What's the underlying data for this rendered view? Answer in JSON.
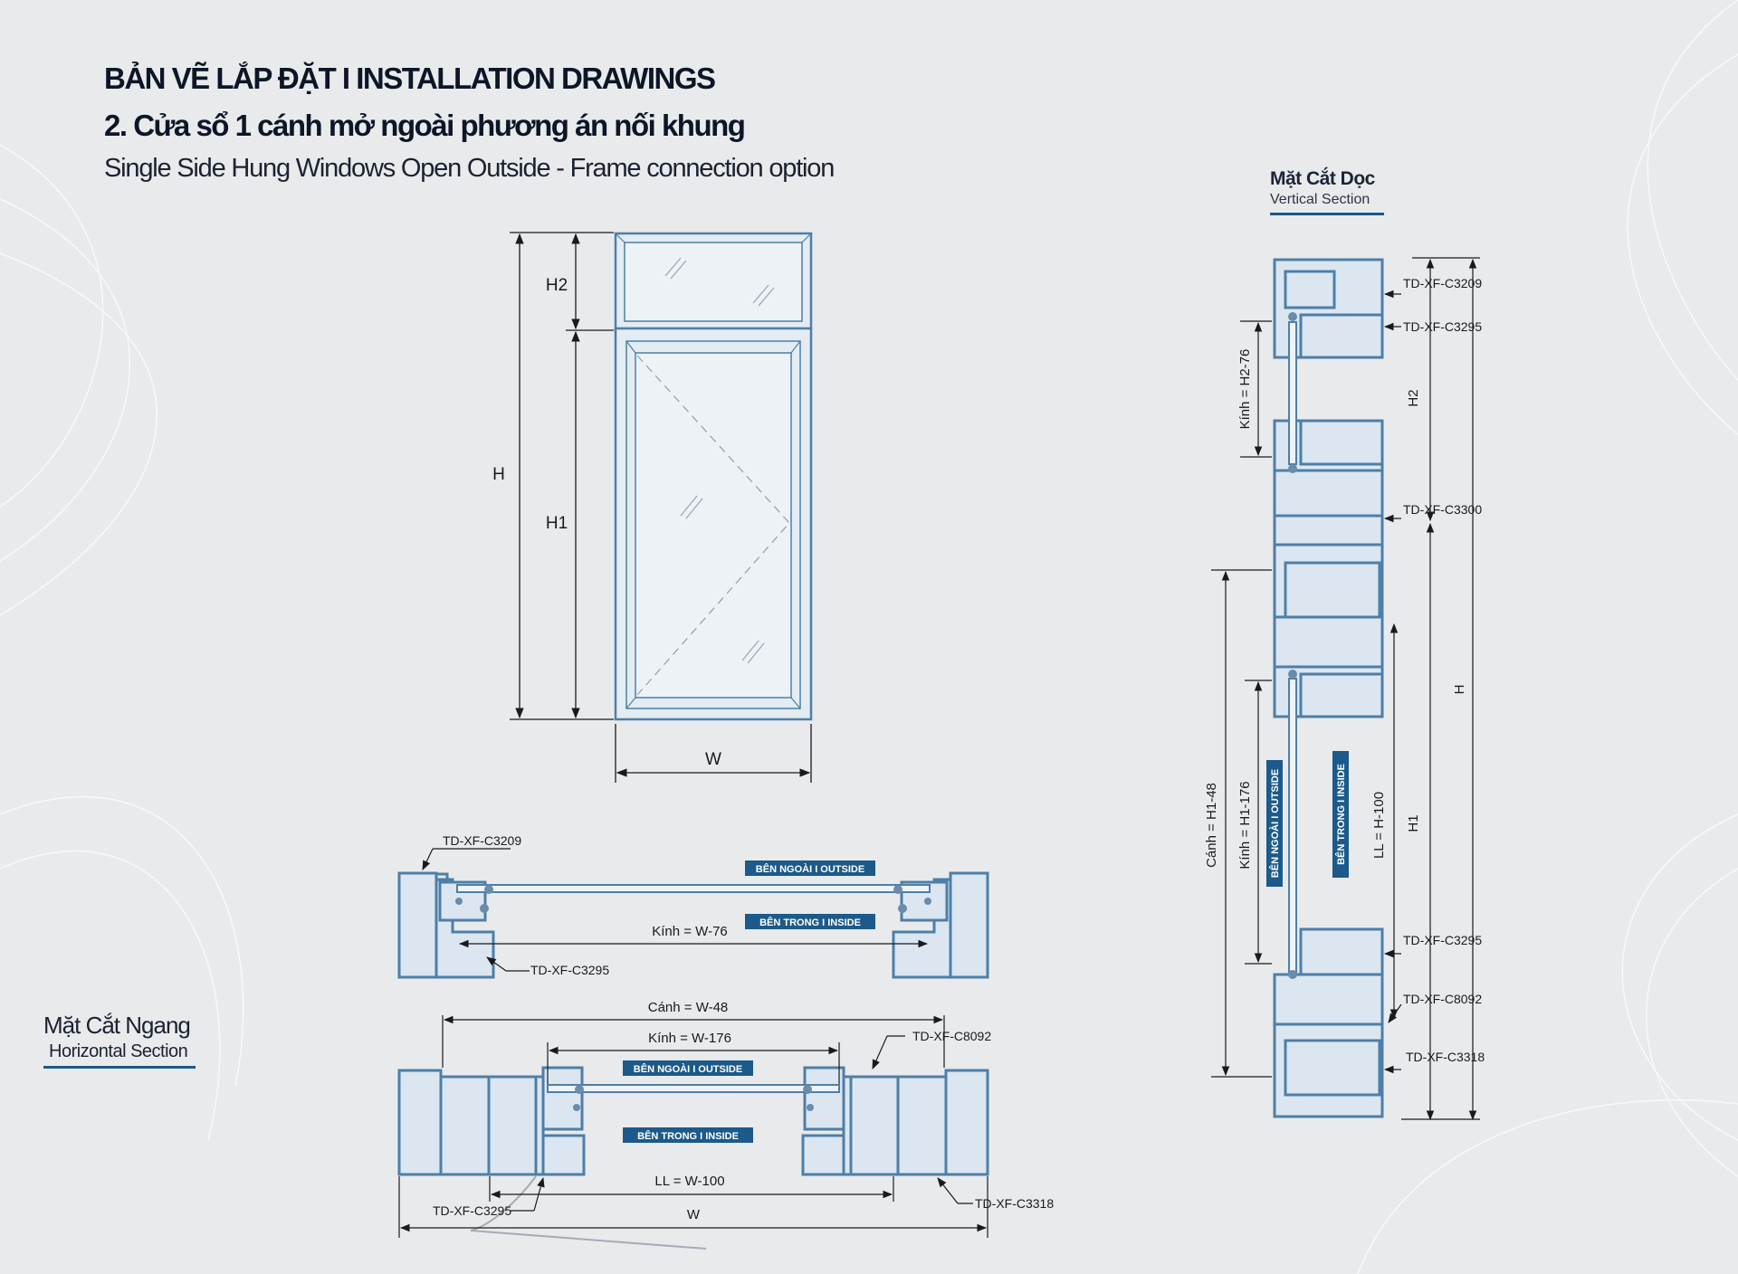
{
  "header": {
    "title": "BẢN VẼ LẮP ĐẶT  I  INSTALLATION DRAWINGS",
    "subtitle_vi": "2. Cửa sổ 1 cánh mở ngoài phương án nối khung",
    "subtitle_en": "Single Side Hung Windows Open Outside - Frame connection option"
  },
  "vertical_section": {
    "title": "Mặt Cắt Dọc",
    "subtitle": "Vertical Section",
    "profiles": [
      "TD-XF-C3209",
      "TD-XF-C3295",
      "TD-XF-C3300",
      "TD-XF-C3295",
      "TD-XF-C8092",
      "TD-XF-C3318"
    ],
    "dims": {
      "glass_top": "Kính = H2-76",
      "h2": "H2",
      "h": "H",
      "h1": "H1",
      "ll": "LL = H-100",
      "glass_bottom": "Kính = H1-176",
      "sash": "Cánh = H1-48"
    },
    "outside_label": "BÊN NGOÀI  I  OUTSIDE",
    "inside_label": "BÊN TRONG  I  INSIDE"
  },
  "horizontal_section": {
    "title": "Mặt Cắt Ngang",
    "subtitle": "Horizontal Section",
    "top": {
      "profile_top": "TD-XF-C3209",
      "profile_bottom": "TD-XF-C3295",
      "glass": "Kính = W-76",
      "outside_label": "BÊN NGOÀI  I  OUTSIDE",
      "inside_label": "BÊN TRONG  I  INSIDE"
    },
    "bottom": {
      "sash": "Cánh = W-48",
      "glass": "Kính = W-176",
      "ll": "LL = W-100",
      "w": "W",
      "profile_right": "TD-XF-C8092",
      "profile_bottom_left": "TD-XF-C3295",
      "profile_bottom_right": "TD-XF-C3318",
      "outside_label": "BÊN NGOÀI  I  OUTSIDE",
      "inside_label": "BÊN TRONG  I  INSIDE"
    }
  },
  "elevation": {
    "h": "H",
    "h1": "H1",
    "h2": "H2",
    "w": "W"
  },
  "colors": {
    "frame_blue": "#4d7fa8",
    "frame_fill": "#dbe6f0",
    "label_bg": "#1b5a8a",
    "dim_line": "#1a1a1a",
    "background": "#e9eaec"
  }
}
